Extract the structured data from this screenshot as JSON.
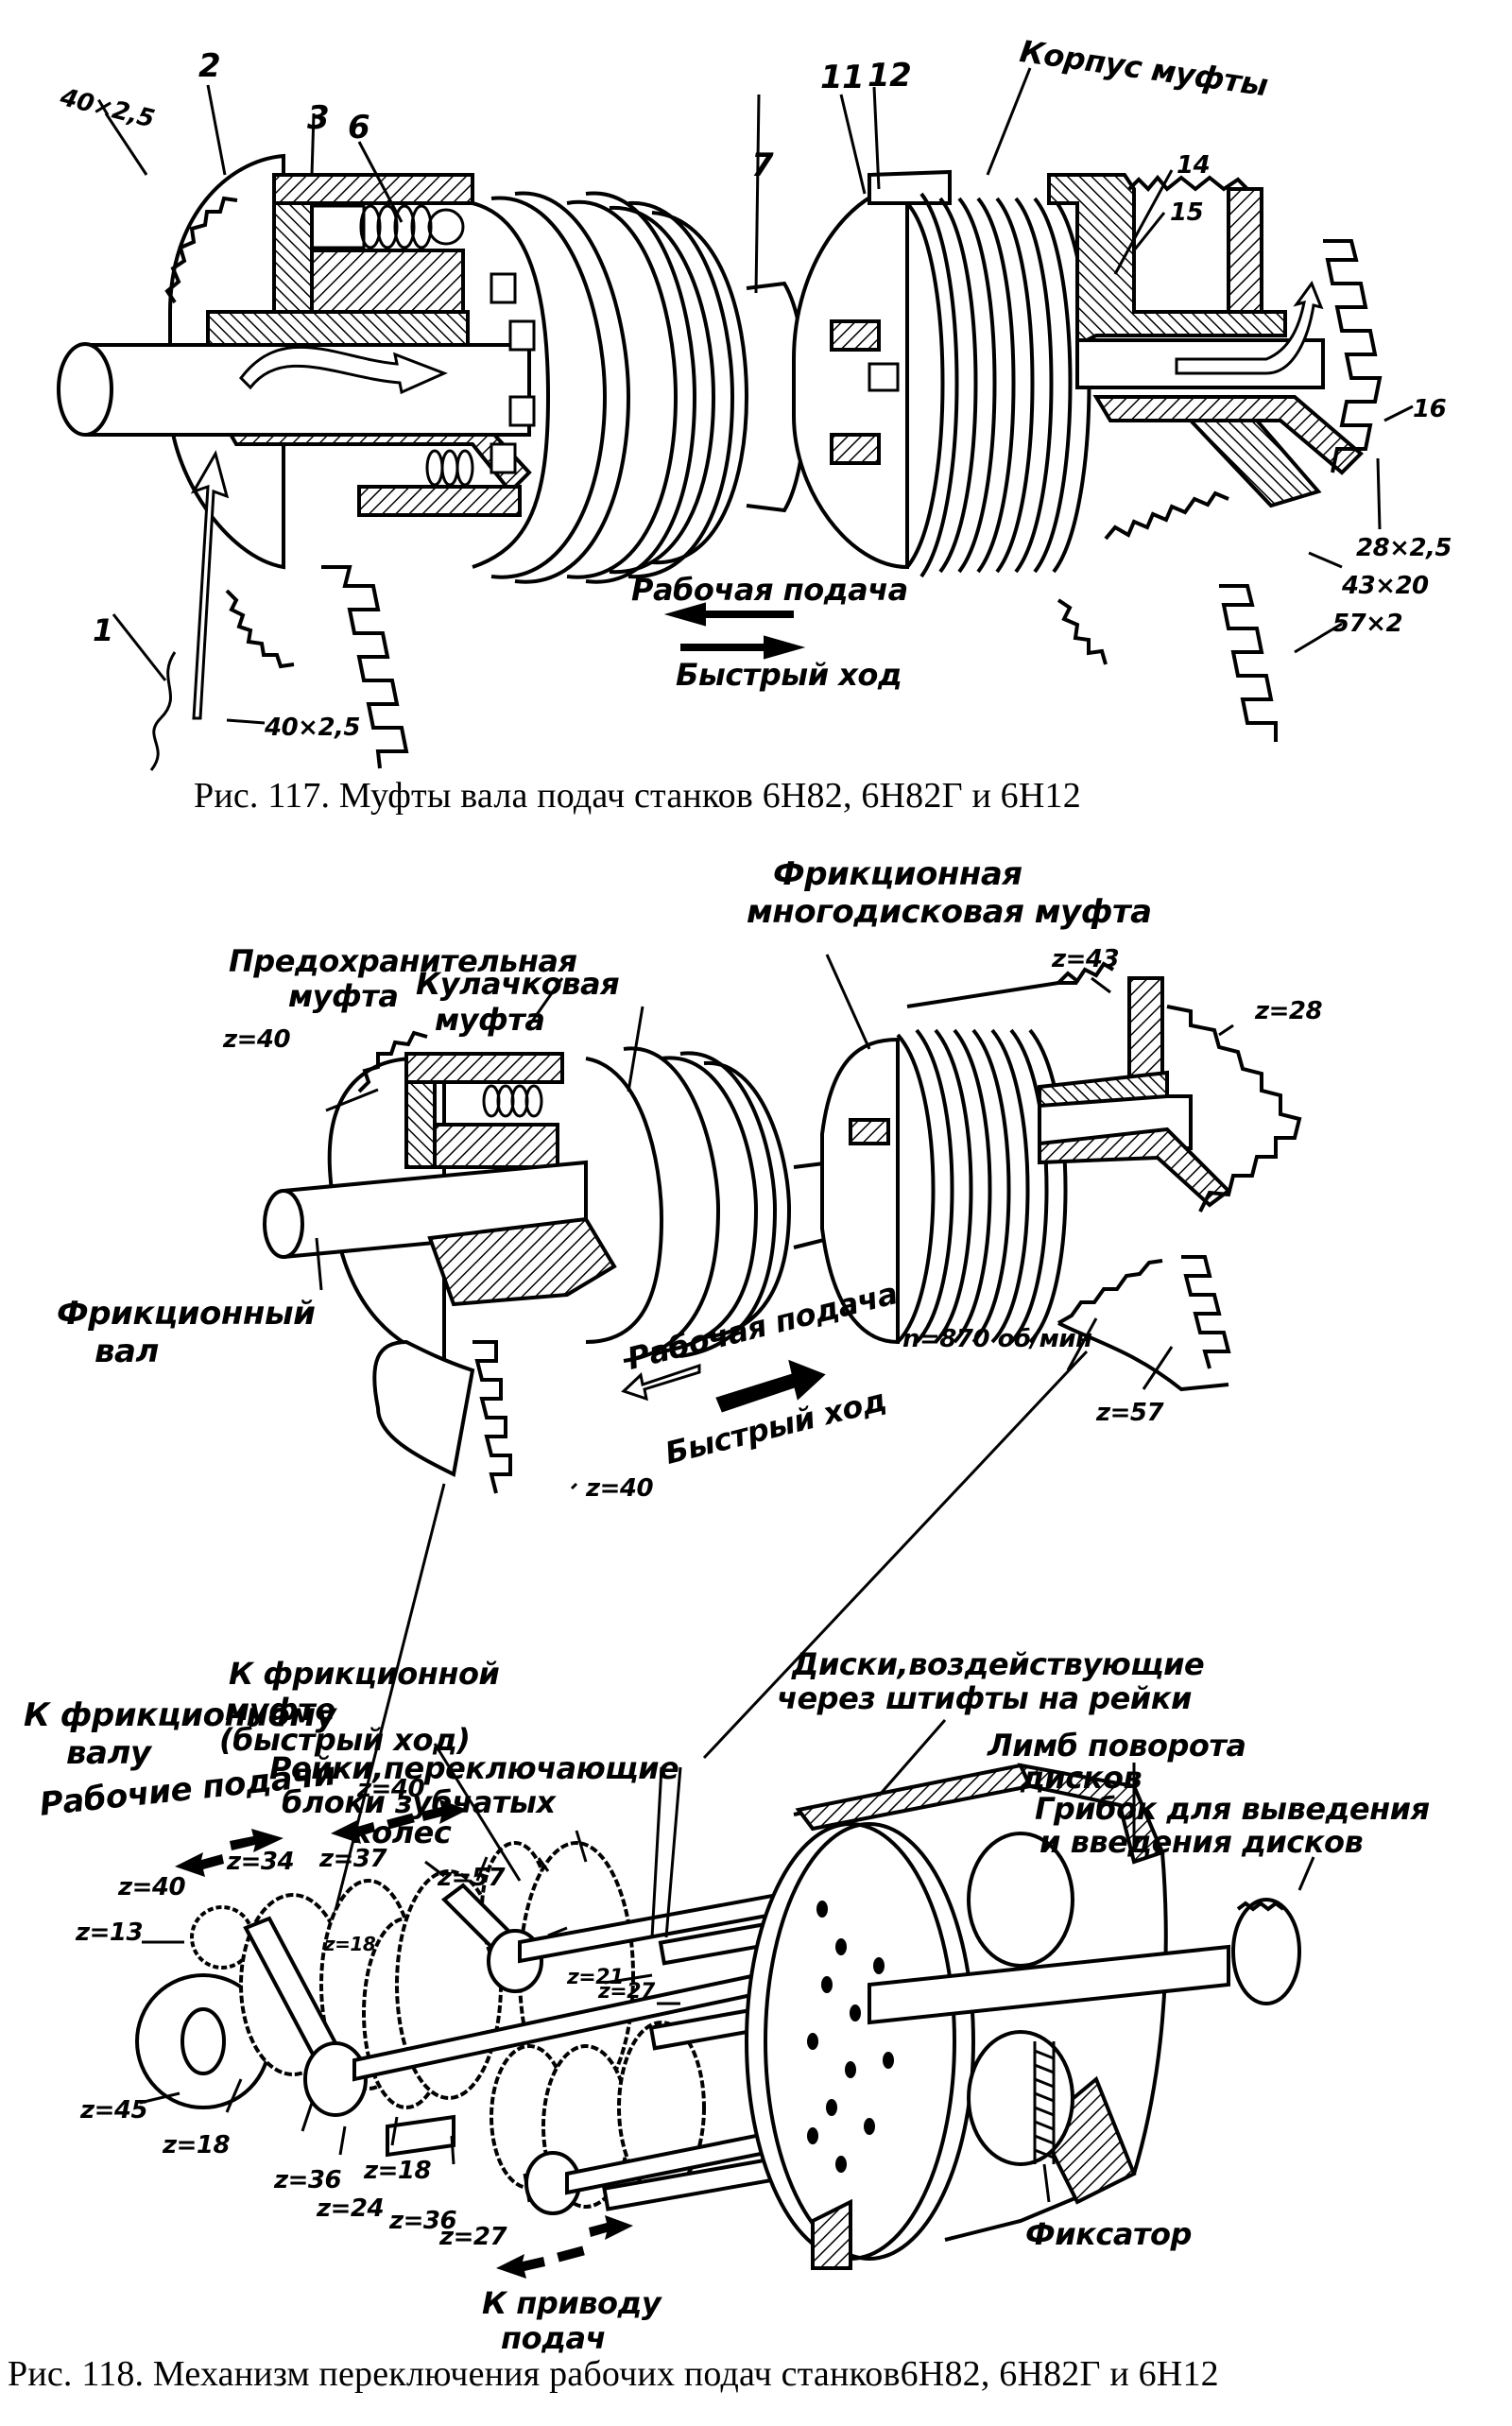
{
  "figures": [
    {
      "id": "fig117",
      "caption": "Рис. 117. Муфты вала подач станков 6Н82, 6Н82Г и 6Н12",
      "labels": {
        "gear_40x25_top": "40×2,5",
        "part_2": "2",
        "part_3": "3",
        "part_6": "6",
        "part_7": "7",
        "part_11": "11",
        "part_12": "12",
        "housing": "Корпус муфты",
        "part_14": "14",
        "part_15": "15",
        "part_16": "16",
        "gear_28x25": "28×2,5",
        "gear_43x20": "43×20",
        "gear_57x2": "57×2",
        "part_1": "1",
        "working_feed": "Рабочая подача",
        "rapid_traverse": "Быстрый ход",
        "gear_40x25_bottom": "40×2,5"
      }
    },
    {
      "id": "fig118_top",
      "labels": {
        "friction_multidisc_1": "Фрикционная",
        "friction_multidisc_2": "многодисковая муфта",
        "safety_clutch_1": "Предохранительная",
        "safety_clutch_2": "муфта",
        "cam_clutch_1": "Кулачковая",
        "cam_clutch_2": "муфта",
        "z43": "z=43",
        "z40_left": "z=40",
        "z28": "z=28",
        "friction_shaft_1": "Фрикционный",
        "friction_shaft_2": "вал",
        "working_feed": "Рабочая подача",
        "rapid_traverse": "Быстрый ход",
        "rpm": "n=870 об/мин",
        "z57": "z=57",
        "z40_bottom": "z=40"
      }
    },
    {
      "id": "fig118",
      "caption": "Рис. 118. Механизм переключения рабочих подач станков6Н82, 6Н82Г и 6Н12",
      "labels": {
        "to_friction_shaft_1": "К фрикционному",
        "to_friction_shaft_2": "валу",
        "to_friction_clutch_1": "К фрикционной",
        "to_friction_clutch_2": "муфте",
        "to_friction_clutch_3": "(быстрый ход)",
        "discs_1": "Диски,воздействующие",
        "discs_2": "через штифты на рейки",
        "racks_1": "Рейки,переключающие",
        "racks_2": "блоки зубчатых",
        "racks_3": "колес",
        "dial_1": "Лимб поворота",
        "dial_2": "дисков",
        "knob_1": "Грибок для выведения",
        "knob_2": "и введения дисков",
        "working_feeds": "Рабочие подачи",
        "z40_a": "z=40",
        "z40_b": "z=40",
        "z34": "z=34",
        "z37": "z=37",
        "z57": "z=57",
        "z13": "z=13",
        "z18_a": "z=18",
        "z21": "z=21",
        "z27_a": "z=27",
        "z45": "z=45",
        "z18_b": "z=18",
        "z36_a": "z=36",
        "z24": "z=24",
        "z18_c": "z=18",
        "z36_b": "z=36",
        "z27_b": "z=27",
        "latch": "Фиксатор",
        "to_feed_drive_1": "К приводу",
        "to_feed_drive_2": "подач"
      }
    }
  ]
}
